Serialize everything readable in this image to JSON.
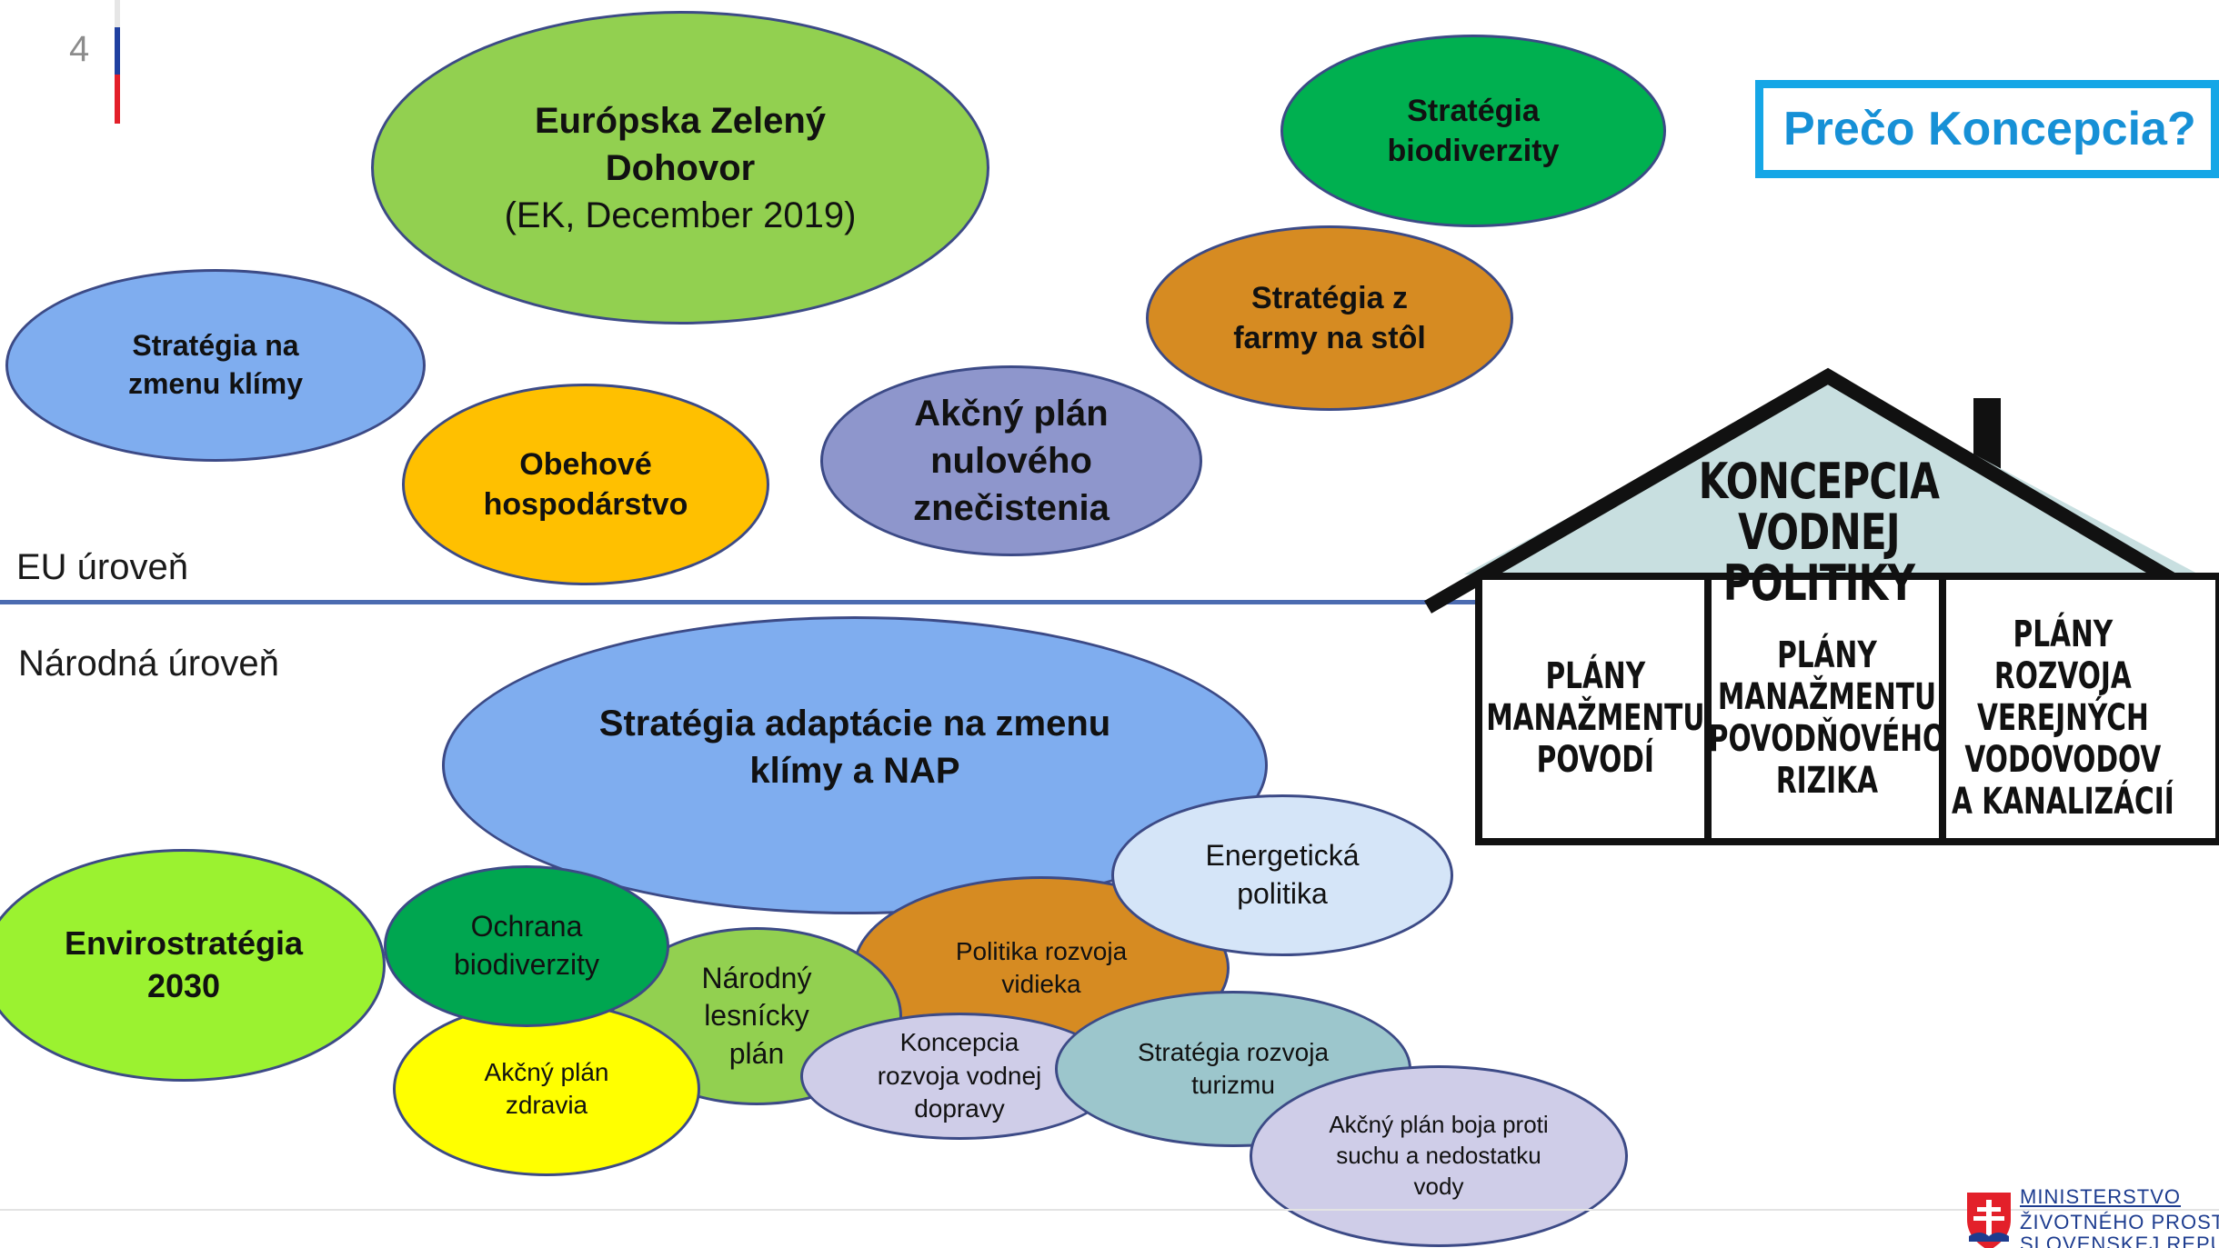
{
  "slide_number": "4",
  "eu_label": "EU úroveň",
  "national_label": "Národná úroveň",
  "question_box": "Prečo Koncepcia?",
  "colors": {
    "accent_blue": "#15a6e6",
    "divider": "#4b6bb0",
    "house_roof_fill": "#c8dfe0"
  },
  "eu_bubbles": {
    "green_deal": {
      "line1": "Európska Zelený",
      "line2": "Dohovor",
      "line3": "(EK, December 2019)"
    },
    "biodiversity_strategy": {
      "line1": "Stratégia",
      "line2": "biodiverzity"
    },
    "farm_to_fork": {
      "line1": "Stratégia z",
      "line2": "farmy na stôl"
    },
    "climate_strategy": {
      "line1": "Stratégia na",
      "line2": "zmenu klímy"
    },
    "circular_economy": {
      "line1": "Obehové",
      "line2": "hospodárstvo"
    },
    "zero_pollution": {
      "line1": "Akčný plán",
      "line2": "nulového",
      "line3": "znečistenia"
    }
  },
  "national_bubbles": {
    "adaptation_strategy": {
      "line1": "Stratégia adaptácie na zmenu",
      "line2": "klímy a NAP"
    },
    "envirostrategy": {
      "line1": "Envirostratégia",
      "line2": "2030"
    },
    "biodiversity_protection": {
      "line1": "Ochrana",
      "line2": "biodiverzity"
    },
    "forest_plan": {
      "line1": "Národný",
      "line2": "lesnícky",
      "line3": "plán"
    },
    "rural_policy": {
      "line1": "Politika rozvoja",
      "line2": "vidieka"
    },
    "energy_policy": {
      "line1": "Energetická",
      "line2": "politika"
    },
    "health_plan": {
      "line1": "Akčný plán",
      "line2": "zdravia"
    },
    "water_transport": {
      "line1": "Koncepcia",
      "line2": "rozvoja vodnej",
      "line3": "dopravy"
    },
    "tourism_strategy": {
      "line1": "Stratégia rozvoja",
      "line2": "turizmu"
    },
    "drought_plan": {
      "line1": "Akčný plán boja proti",
      "line2": "suchu a nedostatku",
      "line3": "vody"
    }
  },
  "house": {
    "title_line1": "KONCEPCIA",
    "title_line2": "VODNEJ POLITIKY",
    "columns": [
      {
        "lines": [
          "PLÁNY",
          "MANAŽMENTU",
          "POVODÍ"
        ]
      },
      {
        "lines": [
          "PLÁNY",
          "MANAŽMENTU",
          "POVODŇOVÉHO",
          "RIZIKA"
        ]
      },
      {
        "lines": [
          "PLÁNY",
          "ROZVOJA",
          "VEREJNÝCH",
          "VODOVODOV",
          "A KANALIZÁCIÍ"
        ]
      }
    ]
  },
  "logo": {
    "line1": "MINISTERSTVO",
    "line2": "ŽIVOTNÉHO PROSTREDIA",
    "line3": "SLOVENSKEJ REPUBLIKY"
  }
}
